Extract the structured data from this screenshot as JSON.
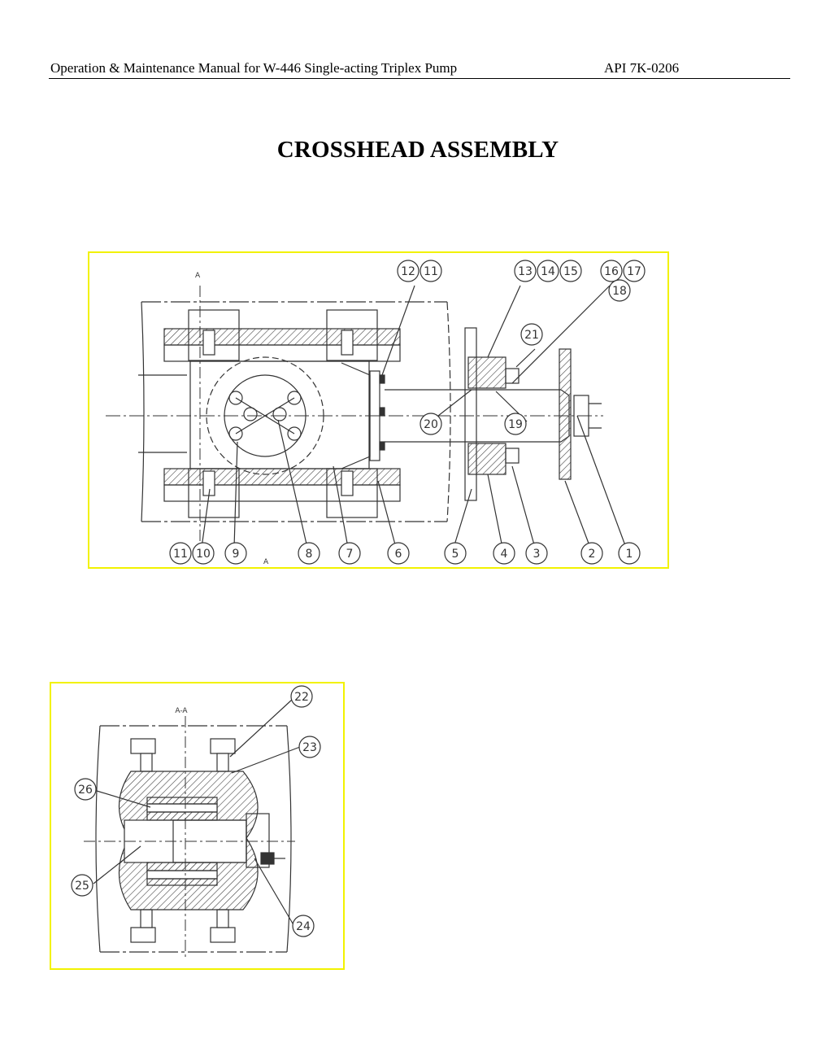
{
  "header": {
    "manual_title": "Operation & Maintenance Manual for W-446 Single-acting Triplex Pump",
    "doc_code": "API 7K-0206"
  },
  "title": "CROSSHEAD ASSEMBLY",
  "figure_main": {
    "section_marker_top": "A",
    "section_marker_bottom": "A",
    "callouts_top": [
      "12",
      "11",
      "13",
      "14",
      "15",
      "16",
      "17",
      "18",
      "21",
      "20",
      "19"
    ],
    "callouts_bottom": [
      "11",
      "10",
      "9",
      "8",
      "7",
      "6",
      "5",
      "4",
      "3",
      "2",
      "1"
    ]
  },
  "figure_section": {
    "section_label": "A-A",
    "callouts": [
      "22",
      "23",
      "26",
      "25",
      "24"
    ]
  },
  "colors": {
    "figure_border": "#f2f200",
    "line": "#333333"
  }
}
